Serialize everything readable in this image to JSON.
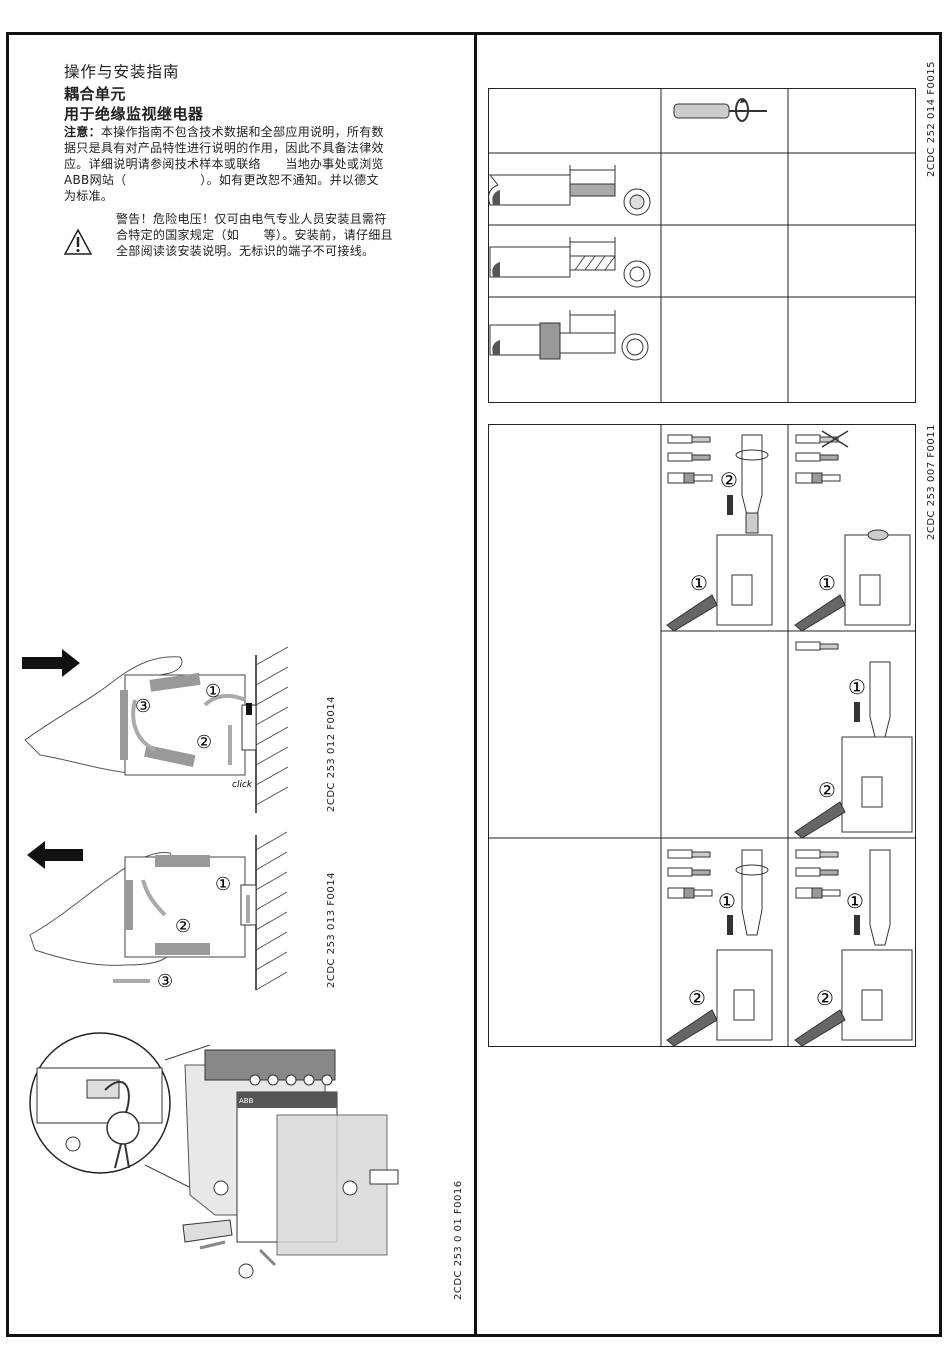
{
  "header": {
    "subtitle": "操作与安装指南",
    "title_line1": "耦合单元",
    "title_line2": "用于绝缘监视继电器"
  },
  "note": {
    "label": "注意：",
    "line1": "本操作指南不包含技术数据和全部应用说明，所有数",
    "line2": "据只是具有对产品特性进行说明的作用，因此不具备法律效",
    "line3": "应。详细说明请参阅技术样本或联络　　当地办事处或浏览",
    "line4": "ABB网站（　　　　　　）。如有更改恕不通知。并以德文",
    "line5": "为标准。"
  },
  "warning": {
    "line1": "警告！危险电压！仅可由电气专业人员安装且需符",
    "line2": "合特定的国家规定（如　　等）。安装前，请仔细且",
    "line3": "全部阅读该安装说明。无标识的端子不可接线。"
  },
  "figure_codes": {
    "mount": "2CDC 253 012 F0014",
    "dismount": "2CDC 253 013 F0014",
    "seal": "2CDC 253 0 01 F0016",
    "wire_table": "2CDC 252 014 F0015",
    "terminal_table": "2CDC 253 007 F0011"
  },
  "labels": {
    "click": "click",
    "step1": "①",
    "step2": "②",
    "step3": "③",
    "brand": "ABB"
  },
  "icons": [
    "warning-triangle-icon",
    "screwdriver-icon",
    "arrow-right-icon",
    "arrow-left-icon"
  ]
}
